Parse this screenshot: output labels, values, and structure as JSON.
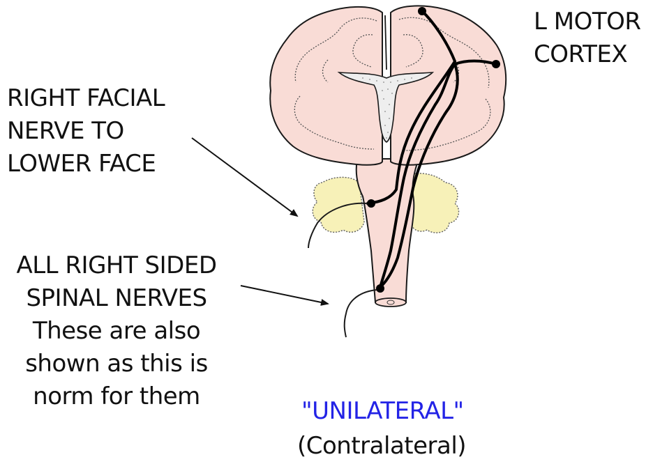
{
  "labels": {
    "motor": [
      "L MOTOR",
      "CORTEX"
    ],
    "facial": [
      "RIGHT FACIAL",
      "NERVE TO",
      "LOWER FACE"
    ],
    "spinal": [
      "ALL RIGHT SIDED",
      "SPINAL NERVES",
      "These are also",
      "shown as this is",
      "norm for them"
    ],
    "unilateral": "\"UNILATERAL\"",
    "contralateral": "(Contralateral)"
  },
  "colors": {
    "brain_fill": "#f9dcd6",
    "cerebellum_fill": "#f7f1b8",
    "outline": "#1a1a1a",
    "pathway": "#000000",
    "unilateral_text": "#2323e6"
  }
}
